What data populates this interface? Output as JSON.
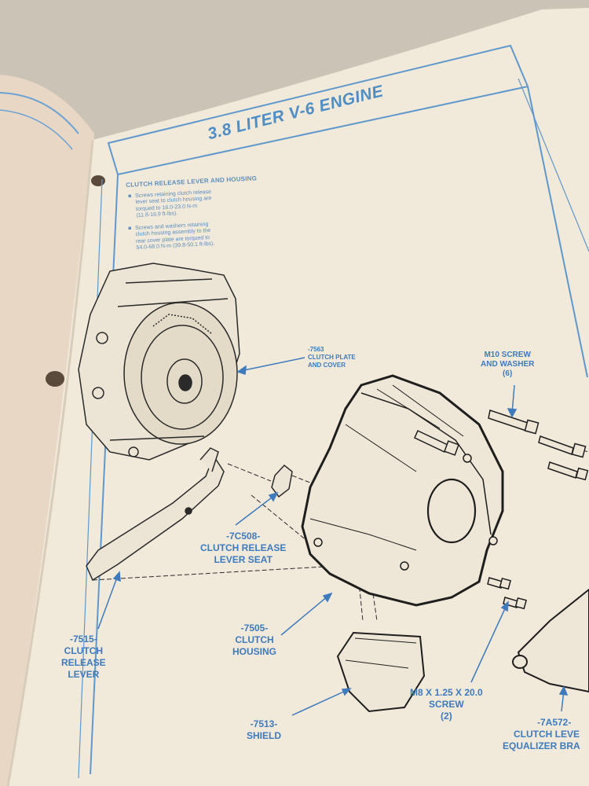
{
  "header": {
    "title": "3.8 LITER V-6 ENGINE"
  },
  "section": {
    "heading": "CLUTCH RELEASE LEVER AND HOUSING",
    "bullets": [
      {
        "lines": [
          "Screws retaining clutch release",
          "lever seat to clutch housing are",
          "torqued to 16.0-23.0 N-m",
          "(11.8-16.9 ft-lbs)."
        ]
      },
      {
        "lines": [
          "Screws and washers retaining",
          "clutch housing assembly to the",
          "rear cover plate are torqued to",
          "54.0-68.0 N-m (39.8-50.1 ft-lbs)."
        ]
      }
    ]
  },
  "labels": {
    "clutch_plate": {
      "part": "-7563",
      "name1": "CLUTCH PLATE",
      "name2": "AND COVER"
    },
    "m10": {
      "line1": "M10 SCREW",
      "line2": "AND WASHER",
      "qty": "(6)"
    },
    "release_seat": {
      "part": "-7C508-",
      "name1": "CLUTCH RELEASE",
      "name2": "LEVER SEAT"
    },
    "release_lever": {
      "part": "-7515-",
      "name1": "CLUTCH",
      "name2": "RELEASE",
      "name3": "LEVER"
    },
    "housing": {
      "part": "-7505-",
      "name1": "CLUTCH",
      "name2": "HOUSING"
    },
    "shield": {
      "part": "-7513-",
      "name1": "SHIELD"
    },
    "m8": {
      "line1": "M8 X 1.25 X 20.0",
      "line2": "SCREW",
      "qty": "(2)"
    },
    "equalizer": {
      "part": "-7A572-",
      "name1": "CLUTCH LEVE",
      "name2": "EQUALIZER BRA"
    }
  },
  "colors": {
    "accent": "#3e7bbd",
    "paper": "#f1e9da",
    "ink": "#222222",
    "background": "#c9c2b4"
  }
}
